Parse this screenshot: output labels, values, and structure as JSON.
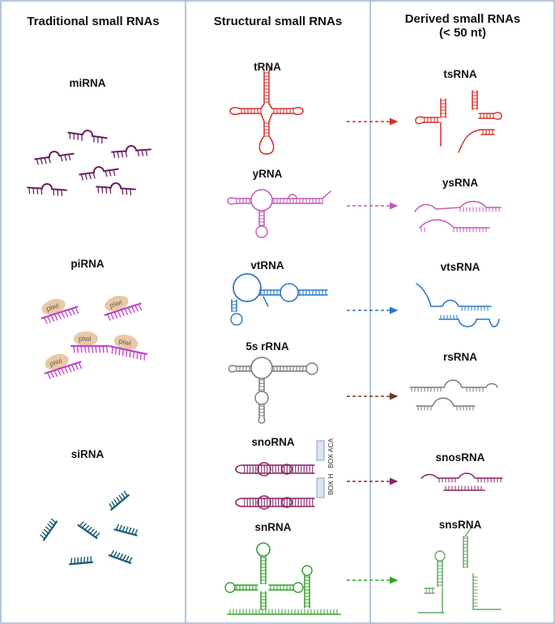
{
  "columns": [
    {
      "title": "Traditional small RNAs"
    },
    {
      "title": "Structural  small RNAs"
    },
    {
      "title": "Derived  small RNAs",
      "subtitle": "(< 50 nt)"
    }
  ],
  "traditional": [
    {
      "label": "miRNA"
    },
    {
      "label": "piRNA"
    },
    {
      "label": "siRNA"
    }
  ],
  "structural": [
    {
      "label": "tRNA"
    },
    {
      "label": "yRNA"
    },
    {
      "label": "vtRNA"
    },
    {
      "label": "5s rRNA"
    },
    {
      "label": "snoRNA"
    },
    {
      "label": "snRNA"
    }
  ],
  "derived": [
    {
      "label": "tsRNA"
    },
    {
      "label": "ysRNA"
    },
    {
      "label": "vtsRNA"
    },
    {
      "label": "rsRNA"
    },
    {
      "label": "snosRNA"
    },
    {
      "label": "snsRNA"
    }
  ],
  "protein_label": "piwi",
  "boxes": {
    "aca": "BOX ACA",
    "h": "BOX H"
  },
  "colors": {
    "frame": "#9fb3d1",
    "mirna": "#6b1e5e",
    "pirna": "#c243c8",
    "piwi": "#e8c9a8",
    "sirna": "#165c73",
    "trna": "#d9312b",
    "yrna": "#c15bb7",
    "vtrna": "#2a78c6",
    "rrna": "#7a7a7a",
    "snorna": "#8a2466",
    "snrna": "#33a02c",
    "snsrna": "#6aa56a",
    "arrow_rrna": "#6b3a2a"
  }
}
